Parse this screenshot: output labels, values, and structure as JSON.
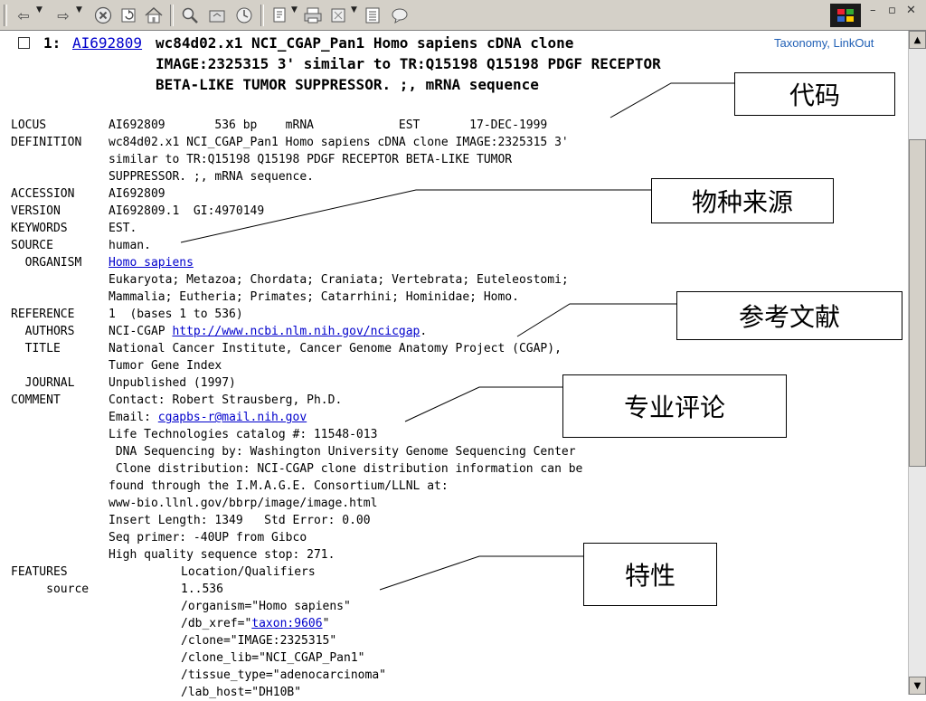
{
  "toolbar": {
    "icons": [
      "back-icon",
      "forward-icon",
      "stop-icon",
      "refresh-icon",
      "home-icon",
      "search-icon",
      "favorites-icon",
      "history-icon",
      "mail-icon",
      "print-icon",
      "edit-icon",
      "page-icon",
      "discuss-icon"
    ],
    "window_controls": [
      "–",
      "🗗",
      "✕"
    ]
  },
  "record": {
    "index": "1:",
    "accession_link": "AI692809",
    "taxonomy_link": "Taxonomy, LinkOut",
    "title_line1": "wc84d02.x1 NCI_CGAP_Pan1 Homo sapiens cDNA clone",
    "title_line2": "IMAGE:2325315 3' similar to TR:Q15198 Q15198 PDGF RECEPTOR",
    "title_line3": "BETA-LIKE TUMOR SUPPRESSOR. ;, mRNA sequence"
  },
  "genbank": {
    "locus_label": "LOCUS",
    "locus_value": "AI692809       536 bp    mRNA            EST       17-DEC-1999",
    "definition_label": "DEFINITION",
    "definition_1": "wc84d02.x1 NCI_CGAP_Pan1 Homo sapiens cDNA clone IMAGE:2325315 3'",
    "definition_2": "similar to TR:Q15198 Q15198 PDGF RECEPTOR BETA-LIKE TUMOR",
    "definition_3": "SUPPRESSOR. ;, mRNA sequence.",
    "accession_label": "ACCESSION",
    "accession_value": "AI692809",
    "version_label": "VERSION",
    "version_value": "AI692809.1  GI:4970149",
    "keywords_label": "KEYWORDS",
    "keywords_value": "EST.",
    "source_label": "SOURCE",
    "source_value": "human.",
    "organism_label": "  ORGANISM",
    "organism_link": "Homo sapiens",
    "taxonomy_1": "Eukaryota; Metazoa; Chordata; Craniata; Vertebrata; Euteleostomi;",
    "taxonomy_2": "Mammalia; Eutheria; Primates; Catarrhini; Hominidae; Homo.",
    "reference_label": "REFERENCE",
    "reference_value": "1  (bases 1 to 536)",
    "authors_label": "  AUTHORS",
    "authors_prefix": "NCI-CGAP ",
    "authors_link": "http://www.ncbi.nlm.nih.gov/ncicgap",
    "authors_suffix": ".",
    "title_label": "  TITLE",
    "title_1": "National Cancer Institute, Cancer Genome Anatomy Project (CGAP),",
    "title_2": "Tumor Gene Index",
    "journal_label": "  JOURNAL",
    "journal_value": "Unpublished (1997)",
    "comment_label": "COMMENT",
    "comment_1": "Contact: Robert Strausberg, Ph.D.",
    "comment_2_prefix": "Email: ",
    "comment_2_link": "cgapbs-r@mail.nih.gov",
    "comment_3": "Life Technologies catalog #: 11548-013",
    "comment_4": " DNA Sequencing by: Washington University Genome Sequencing Center",
    "comment_5": " Clone distribution: NCI-CGAP clone distribution information can be",
    "comment_6": "found through the I.M.A.G.E. Consortium/LLNL at:",
    "comment_7": "www-bio.llnl.gov/bbrp/image/image.html",
    "comment_8": "Insert Length: 1349   Std Error: 0.00",
    "comment_9": "Seq primer: -40UP from Gibco",
    "comment_10": "High quality sequence stop: 271.",
    "features_label": "FEATURES",
    "features_value": "Location/Qualifiers",
    "source_feat_label": "     source",
    "source_feat_value": "1..536",
    "q_organism": "/organism=\"Homo sapiens\"",
    "q_dbxref_prefix": "/db_xref=\"",
    "q_dbxref_link": "taxon:9606",
    "q_dbxref_suffix": "\"",
    "q_clone": "/clone=\"IMAGE:2325315\"",
    "q_clone_lib": "/clone_lib=\"NCI_CGAP_Pan1\"",
    "q_tissue": "/tissue_type=\"adenocarcinoma\"",
    "q_lab_host": "/lab_host=\"DH10B\""
  },
  "callouts": {
    "code": "代码",
    "species": "物种来源",
    "reference": "参考文献",
    "comment": "专业评论",
    "features": "特性"
  }
}
